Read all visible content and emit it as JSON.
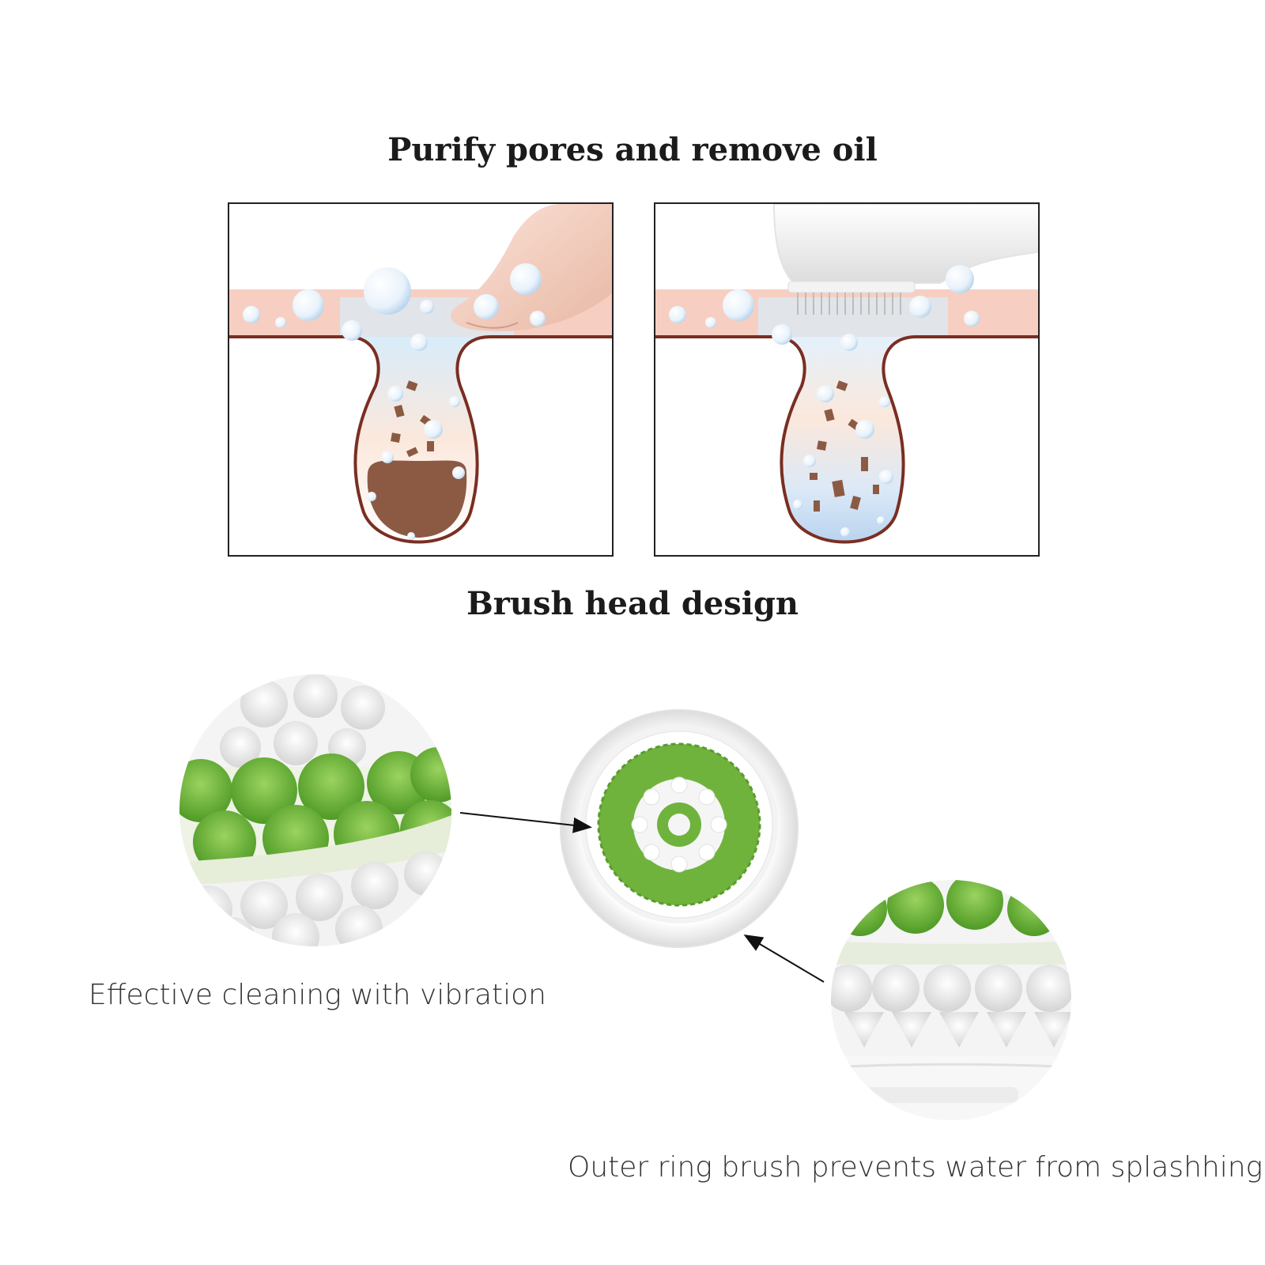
{
  "headings": {
    "top": "Purify pores and remove oil",
    "middle": "Brush head design"
  },
  "captions": {
    "vibration": "Effective cleaning with vibration",
    "outer_ring": "Outer ring brush prevents water from splashhing"
  },
  "colors": {
    "skin": "#f6cfc2",
    "pore_outline": "#7a2e22",
    "dirt": "#8c5a43",
    "bristle_green": "#6fb33d",
    "bristle_white": "#f2f2f2",
    "water_blue": "#cfe6f7"
  }
}
